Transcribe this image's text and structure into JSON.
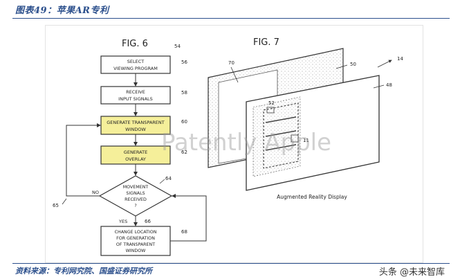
{
  "caption": "图表49：苹果AR专利",
  "source": "资料来源：专利网究院、国盛证券研究所",
  "watermark_text": "头条 @未来智库",
  "fig6": {
    "title": "FIG. 6",
    "ref": "54",
    "boxes": [
      {
        "line1": "SELECT",
        "line2": "VIEWING PROGRAM",
        "ref": "56"
      },
      {
        "line1": "RECEIVE",
        "line2": "INPUT SIGNALS",
        "ref": "58"
      },
      {
        "line1": "GENERATE TRANSPARENT",
        "line2": "WINDOW",
        "ref": "60"
      },
      {
        "line1": "GENERATE",
        "line2": "OVERLAY",
        "ref": "62"
      }
    ],
    "decision": {
      "line1": "MOVEMENT",
      "line2": "SIGNALS",
      "line3": "RECEIVED",
      "line4": "?",
      "ref": "64"
    },
    "no_label": "NO",
    "yes_label": "YES",
    "yes_ref": "66",
    "loop_ref": "65",
    "final_box": {
      "line1": "CHANGE LOCATION",
      "line2": "FOR GENERATION",
      "line3": "OF TRANSPARENT",
      "line4": "WINDOW",
      "ref": "68"
    }
  },
  "fig7": {
    "title": "FIG. 7",
    "ref_14": "14",
    "ref_70": "70",
    "ref_50": "50",
    "ref_48": "48",
    "ref_52": "52",
    "ref_11": "11",
    "label": "Augmented Reality Display"
  },
  "overlay_watermark": "Patently Apple",
  "colors": {
    "highlight": "#f5ef9a",
    "accent": "#2b4f8c"
  }
}
